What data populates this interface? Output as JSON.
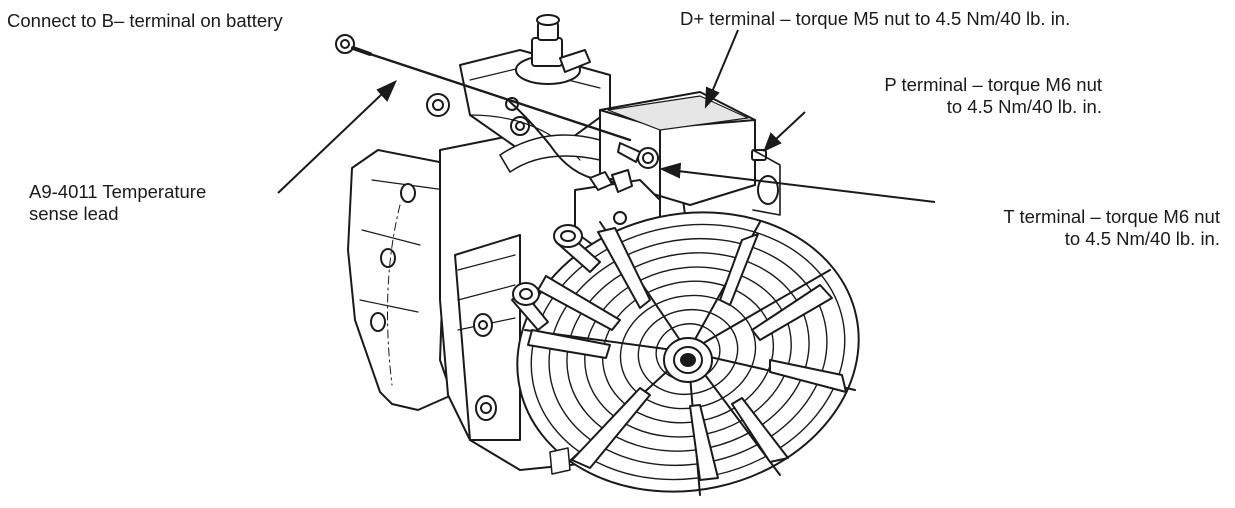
{
  "callouts": {
    "battery": {
      "lines": [
        "Connect to B– terminal on battery"
      ]
    },
    "d_plus": {
      "lines": [
        "D+ terminal – torque M5 nut to 4.5 Nm/40 lb. in."
      ]
    },
    "p_terminal": {
      "lines": [
        "P terminal – torque M6 nut",
        "to 4.5 Nm/40 lb. in."
      ]
    },
    "temp_lead": {
      "lines": [
        "A9-4011 Temperature",
        "sense lead"
      ]
    },
    "t_terminal": {
      "lines": [
        "T terminal – torque M6 nut",
        "to 4.5 Nm/40 lb. in."
      ]
    }
  },
  "colors": {
    "ink": "#1a1a1a",
    "fill": "#ffffff",
    "shade": "#e6e6e6"
  }
}
